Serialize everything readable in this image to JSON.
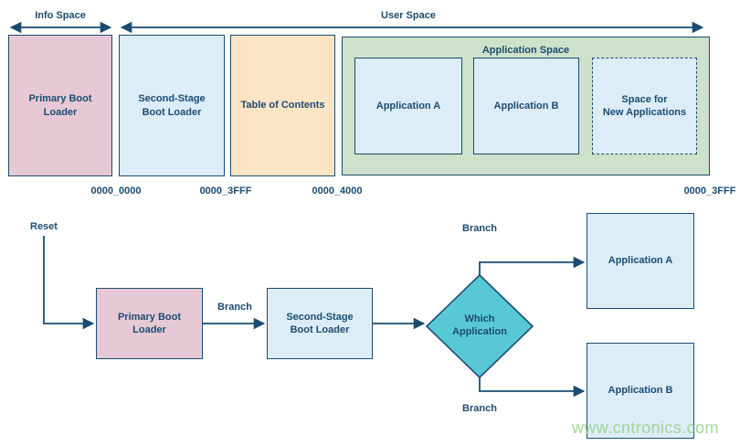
{
  "colors": {
    "navy": "#1b4c72",
    "pink_fill": "#e6c9d4",
    "blue_fill": "#dcedf7",
    "orange_fill": "#fce4c5",
    "green_fill": "#cde1cb",
    "teal_fill": "#58c8d6",
    "watermark_green": "#97d185"
  },
  "memory_map": {
    "info_space_label": "Info Space",
    "user_space_label": "User Space",
    "application_space_label": "Application Space",
    "blocks": {
      "primary_boot_loader": "Primary Boot\nLoader",
      "second_stage_boot_loader": "Second-Stage\nBoot Loader",
      "table_of_contents": "Table of Contents",
      "application_a": "Application A",
      "application_b": "Application B",
      "space_for_new_applications": "Space for\nNew Applications"
    },
    "addresses": [
      "0000_0000",
      "0000_3FFF",
      "0000_4000",
      "0000_3FFF"
    ]
  },
  "flowchart": {
    "reset_label": "Reset",
    "branch_label_1": "Branch",
    "branch_label_top": "Branch",
    "branch_label_bottom": "Branch",
    "primary_boot_loader": "Primary Boot\nLoader",
    "second_stage_boot_loader": "Second-Stage\nBoot Loader",
    "which_application": "Which\nApplication",
    "application_a": "Application A",
    "application_b": "Application B"
  },
  "watermark": "www.cntronics.com"
}
